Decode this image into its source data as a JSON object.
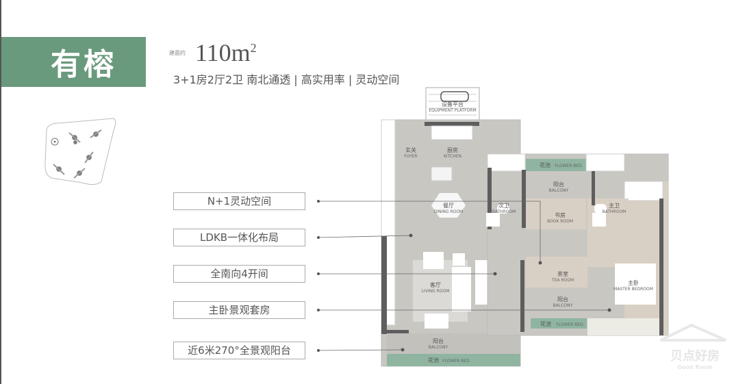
{
  "header": {
    "title": "有榕",
    "area_prefix": "建面约",
    "area_value": "110m",
    "area_unit_sup": "2",
    "subtitle": "3+1房2厅2卫  南北通透 | 高实用率 | 灵动空间"
  },
  "features": [
    {
      "label": "N+1灵动空间"
    },
    {
      "label": "LDKB一体化布局"
    },
    {
      "label": "全南向4开间"
    },
    {
      "label": "主卧景观套房"
    },
    {
      "label": "近6米270°全景观阳台"
    }
  ],
  "rooms": {
    "equipment": {
      "cn": "设备平台",
      "en": "EQUIPMENT PLATFORM"
    },
    "foyer": {
      "cn": "玄关",
      "en": "FOYER"
    },
    "kitchen": {
      "cn": "厨房",
      "en": "KITCHEN"
    },
    "dining": {
      "cn": "餐厅",
      "en": "DINING ROOM"
    },
    "bathroom2": {
      "cn": "次卫",
      "en": "BATHROOM"
    },
    "flowerbed_n": {
      "cn": "花池",
      "en": "FLOWER BED"
    },
    "balcony_n": {
      "cn": "阳台",
      "en": "BALCONY"
    },
    "bookroom": {
      "cn": "书房",
      "en": "BOOK ROOM"
    },
    "master_bath": {
      "cn": "主卫",
      "en": "BATHROOM"
    },
    "tearoom": {
      "cn": "茶室",
      "en": "TEA ROOM"
    },
    "living": {
      "cn": "客厅",
      "en": "LIVING ROOM"
    },
    "master_bed": {
      "cn": "主卧",
      "en": "MASTER BEDROOM"
    },
    "balcony_s": {
      "cn": "阳台",
      "en": "BALCONY"
    },
    "flowerbed_s": {
      "cn": "花池",
      "en": "FLOWER BED"
    },
    "balcony_main": {
      "cn": "阳台",
      "en": "BALCONY"
    },
    "flowerbed_main": {
      "cn": "花池",
      "en": "FLOWER BED"
    }
  },
  "watermark": {
    "cn": "贝点好房",
    "en": "Good Room"
  },
  "colors": {
    "brand_green": "#6a9a7d",
    "flower_bed": "#8fb5a1",
    "marble": "#c9c7c2",
    "wood": "#d9d0c5",
    "wall": "#5e5e5e"
  }
}
